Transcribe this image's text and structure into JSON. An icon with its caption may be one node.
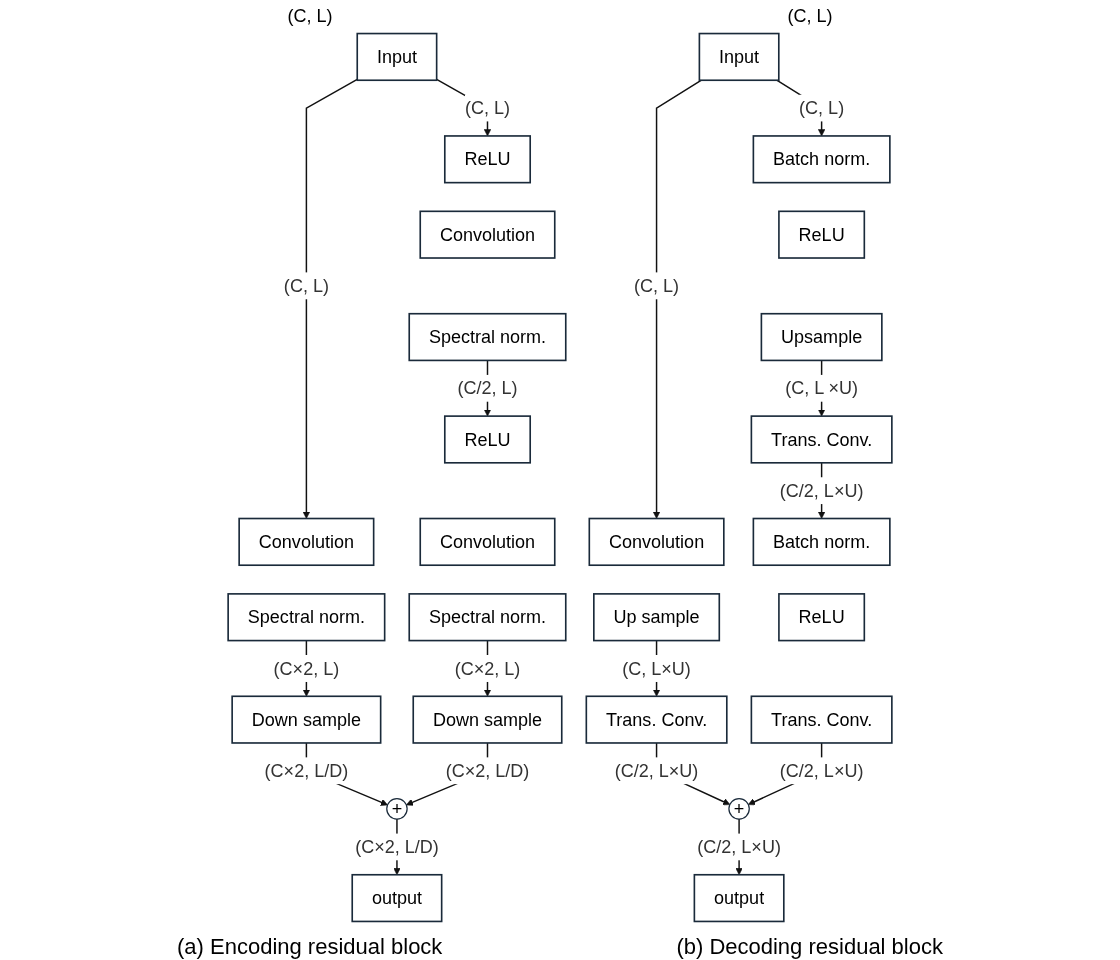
{
  "diagram": {
    "nodes": [
      {
        "text": [
          "Input"
        ]
      },
      {
        "text": [
          "ReLU"
        ]
      },
      {
        "text": [
          "Convolution"
        ]
      },
      {
        "text": [
          "Spectral norm."
        ]
      },
      {
        "text": [
          "ReLU"
        ]
      },
      {
        "text": [
          "Convolution"
        ]
      },
      {
        "text": [
          "Convolution"
        ]
      },
      {
        "text": [
          "Spectral norm."
        ]
      },
      {
        "text": [
          "Spectral norm."
        ]
      },
      {
        "text": [
          "Down sample"
        ]
      },
      {
        "text": [
          "Down sample"
        ]
      },
      {
        "text": [
          "+"
        ]
      },
      {
        "text": [
          "output"
        ]
      },
      {
        "text": [
          "Input"
        ]
      },
      {
        "text": [
          "Batch norm."
        ]
      },
      {
        "text": [
          "ReLU"
        ]
      },
      {
        "text": [
          "Upsample"
        ]
      },
      {
        "text": [
          "Trans. Conv."
        ]
      },
      {
        "text": [
          "Convolution"
        ]
      },
      {
        "text": [
          "Batch norm."
        ]
      },
      {
        "text": [
          "Up sample"
        ]
      },
      {
        "text": [
          "ReLU"
        ]
      },
      {
        "text": [
          "Trans. Conv."
        ]
      },
      {
        "text": [
          "Trans. Conv."
        ]
      },
      {
        "text": [
          "+"
        ]
      },
      {
        "text": [
          "output"
        ]
      }
    ],
    "edges": [
      {
        "from": 0,
        "to": 5,
        "arrow": "to",
        "label": "(C, L)"
      },
      {
        "from": 0,
        "to": 1,
        "arrow": "to",
        "label": "(C, L)"
      },
      {
        "from": 3,
        "to": 4,
        "arrow": "to",
        "label": "(C/2, L)"
      },
      {
        "from": 7,
        "to": 9,
        "arrow": "to",
        "label": "(C×2, L)"
      },
      {
        "from": 8,
        "to": 10,
        "arrow": "to",
        "label": "(C×2, L)"
      },
      {
        "from": 9,
        "to": 11,
        "arrow": "to",
        "label": "(C×2, L/D)"
      },
      {
        "from": 10,
        "to": 11,
        "arrow": "to",
        "label": "(C×2, L/D)"
      },
      {
        "from": 11,
        "to": 12,
        "arrow": "to",
        "label": "(C×2, L/D)"
      },
      {
        "from": 13,
        "to": 18,
        "arrow": "to",
        "label": "(C, L)"
      },
      {
        "from": 13,
        "to": 14,
        "arrow": "to",
        "label": "(C, L)"
      },
      {
        "from": 16,
        "to": 17,
        "arrow": "to",
        "label": "(C, L ×U)"
      },
      {
        "from": 17,
        "to": 19,
        "arrow": "to",
        "label": "(C/2, L×U)"
      },
      {
        "from": 20,
        "to": 22,
        "arrow": "to",
        "label": "(C, L×U)"
      },
      {
        "from": 22,
        "to": 24,
        "arrow": "to",
        "label": "(C/2, L×U)"
      },
      {
        "from": 23,
        "to": 24,
        "arrow": "to",
        "label": "(C/2, L×U)"
      },
      {
        "from": 24,
        "to": 25,
        "arrow": "to",
        "label": "(C/2, L×U)"
      }
    ],
    "labels": [
      "(C, L)",
      "(C, L)",
      "(a) Encoding residual block",
      "(b) Decoding residual block"
    ]
  }
}
